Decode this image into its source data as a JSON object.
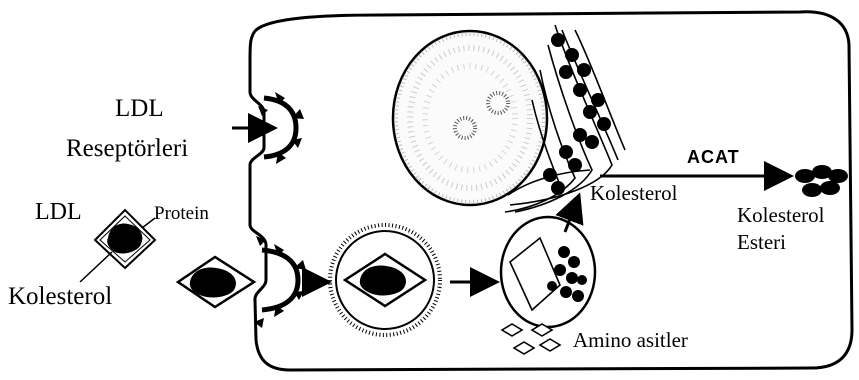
{
  "labels": {
    "ldl_receptors_line1": "LDL",
    "ldl_receptors_line2": "Reseptörleri",
    "ldl": "LDL",
    "protein": "Protein",
    "cholesterol_left": "Kolesterol",
    "cholesterol_mid": "Kolesterol",
    "acat": "ACAT",
    "ester_line1": "Kolesterol",
    "ester_line2": "Esteri",
    "amino_acids": "Amino asitler"
  },
  "colors": {
    "ink": "#000000",
    "background": "#ffffff"
  }
}
